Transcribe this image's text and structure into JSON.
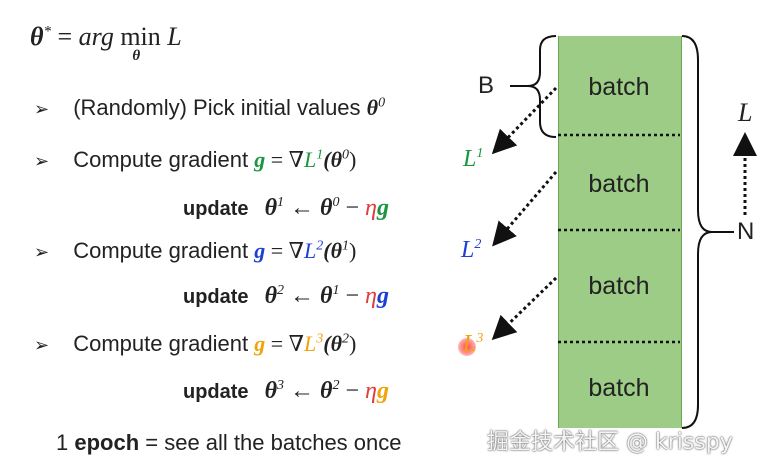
{
  "objective": {
    "lhs": "θ",
    "star": "*",
    "eq": " = ",
    "argmin_prefix": "arg ",
    "min": "min",
    "sub": "θ",
    "rhs": " L"
  },
  "steps": [
    {
      "bullet": "➢",
      "text": "(Randomly) Pick initial values ",
      "theta": "θ",
      "sup": "0"
    },
    {
      "bullet": "➢",
      "text": "Compute gradient ",
      "g": "g",
      "eq": " = ∇",
      "L": "L",
      "lsup": "1",
      "arg": "(θ",
      "argsup": "0",
      "close": ")",
      "side_L": "L",
      "side_sup": "1"
    },
    {
      "bullet": "➢",
      "text": "Compute gradient ",
      "g": "g",
      "eq": " = ∇",
      "L": "L",
      "lsup": "2",
      "arg": "(θ",
      "argsup": "1",
      "close": ")",
      "side_L": "L",
      "side_sup": "2"
    },
    {
      "bullet": "➢",
      "text": "Compute gradient ",
      "g": "g",
      "eq": " = ∇",
      "L": "L",
      "lsup": "3",
      "arg": "(θ",
      "argsup": "2",
      "close": ")",
      "side_L": "L",
      "side_sup": "3"
    }
  ],
  "updates": [
    {
      "label": "update",
      "theta": "θ",
      "sup": "1",
      "arrow": " ← ",
      "prev": "θ",
      "prevsup": "0",
      "minus": " − ",
      "eta": "η",
      "g": "g"
    },
    {
      "label": "update",
      "theta": "θ",
      "sup": "2",
      "arrow": " ← ",
      "prev": "θ",
      "prevsup": "1",
      "minus": " − ",
      "eta": "η",
      "g": "g"
    },
    {
      "label": "update",
      "theta": "θ",
      "sup": "3",
      "arrow": " ← ",
      "prev": "θ",
      "prevsup": "2",
      "minus": " − ",
      "eta": "η",
      "g": "g"
    }
  ],
  "epoch": {
    "prefix": "1 ",
    "bold": "epoch",
    "suffix": " = see all the batches once"
  },
  "batches": [
    "batch",
    "batch",
    "batch",
    "batch"
  ],
  "labels": {
    "B": "B",
    "N": "N",
    "L": "L"
  },
  "watermark": "掘金技术社区 @ krisspy",
  "colors": {
    "batch_fill": "#9ccc86",
    "green": "#1a9641",
    "blue": "#1c3fd6",
    "orange": "#f0a30a",
    "red": "#e03a3a"
  }
}
